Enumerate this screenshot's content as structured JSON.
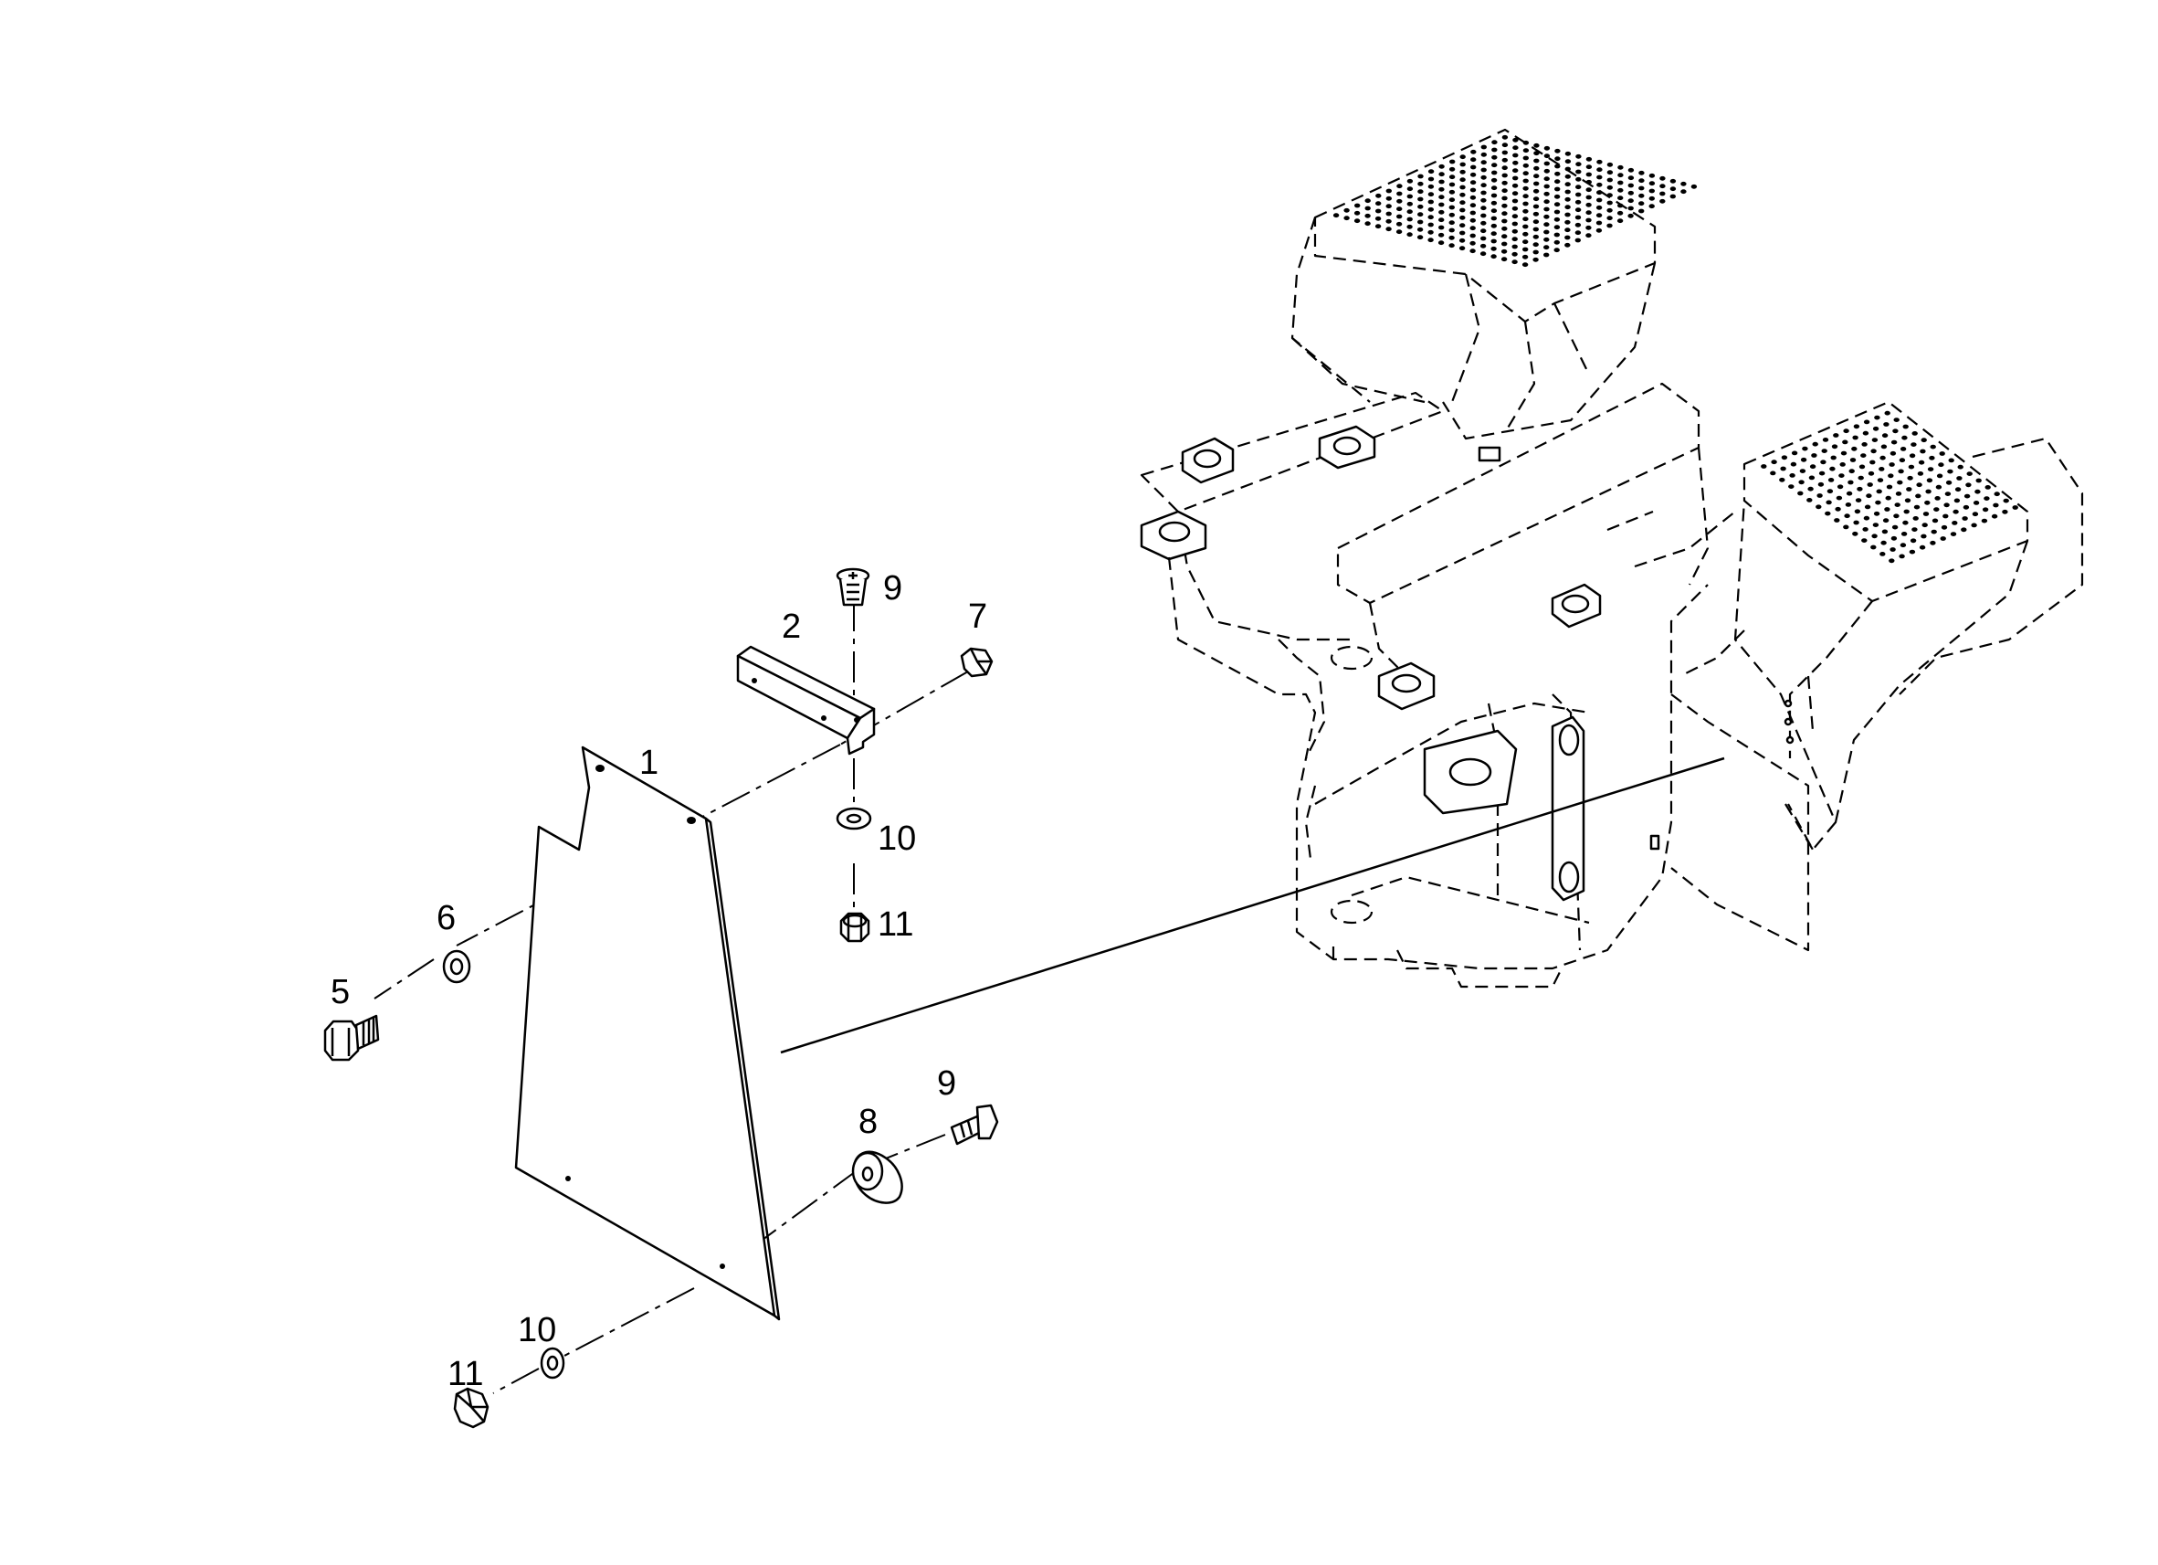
{
  "callouts": {
    "c1": "1",
    "c2": "2",
    "c5": "5",
    "c6": "6",
    "c7": "7",
    "c8": "8",
    "c9a": "9",
    "c9b": "9",
    "c10a": "10",
    "c10b": "10",
    "c11a": "11",
    "c11b": "11"
  }
}
